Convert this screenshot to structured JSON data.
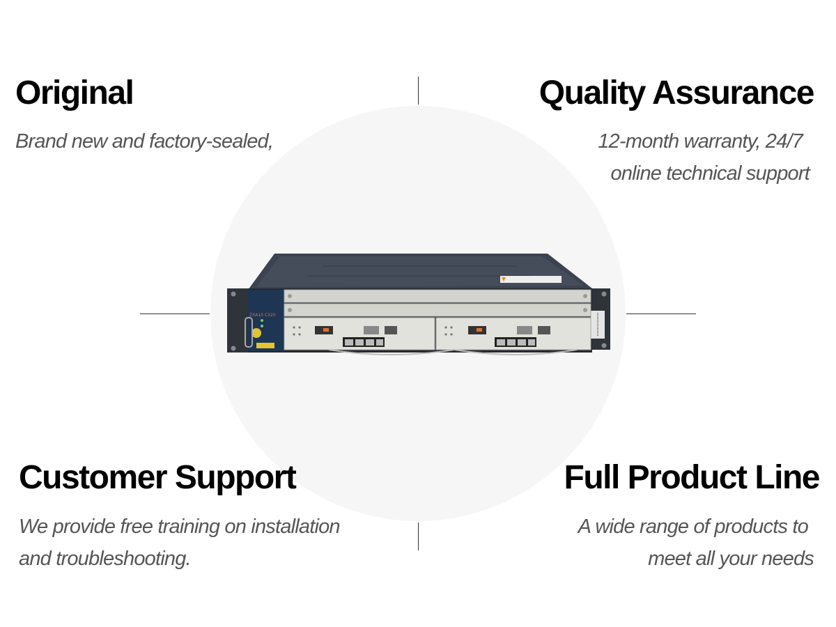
{
  "features": {
    "original": {
      "title": "Original",
      "lines": [
        "Brand new and factory-sealed,"
      ]
    },
    "quality": {
      "title": "Quality Assurance",
      "lines": [
        "12-month warranty, 24/7",
        "online technical support"
      ]
    },
    "support": {
      "title": "Customer Support",
      "lines": [
        "We provide free training on installation",
        "and troubleshooting."
      ]
    },
    "product_line": {
      "title": "Full Product Line",
      "lines": [
        "A wide range of products to",
        "meet all your needs"
      ]
    }
  },
  "device": {
    "model_label": "ZXA10 C320"
  },
  "colors": {
    "heading": "#000000",
    "description": "#555555",
    "circle": "#f6f6f6",
    "chassis": "#3c4350"
  }
}
